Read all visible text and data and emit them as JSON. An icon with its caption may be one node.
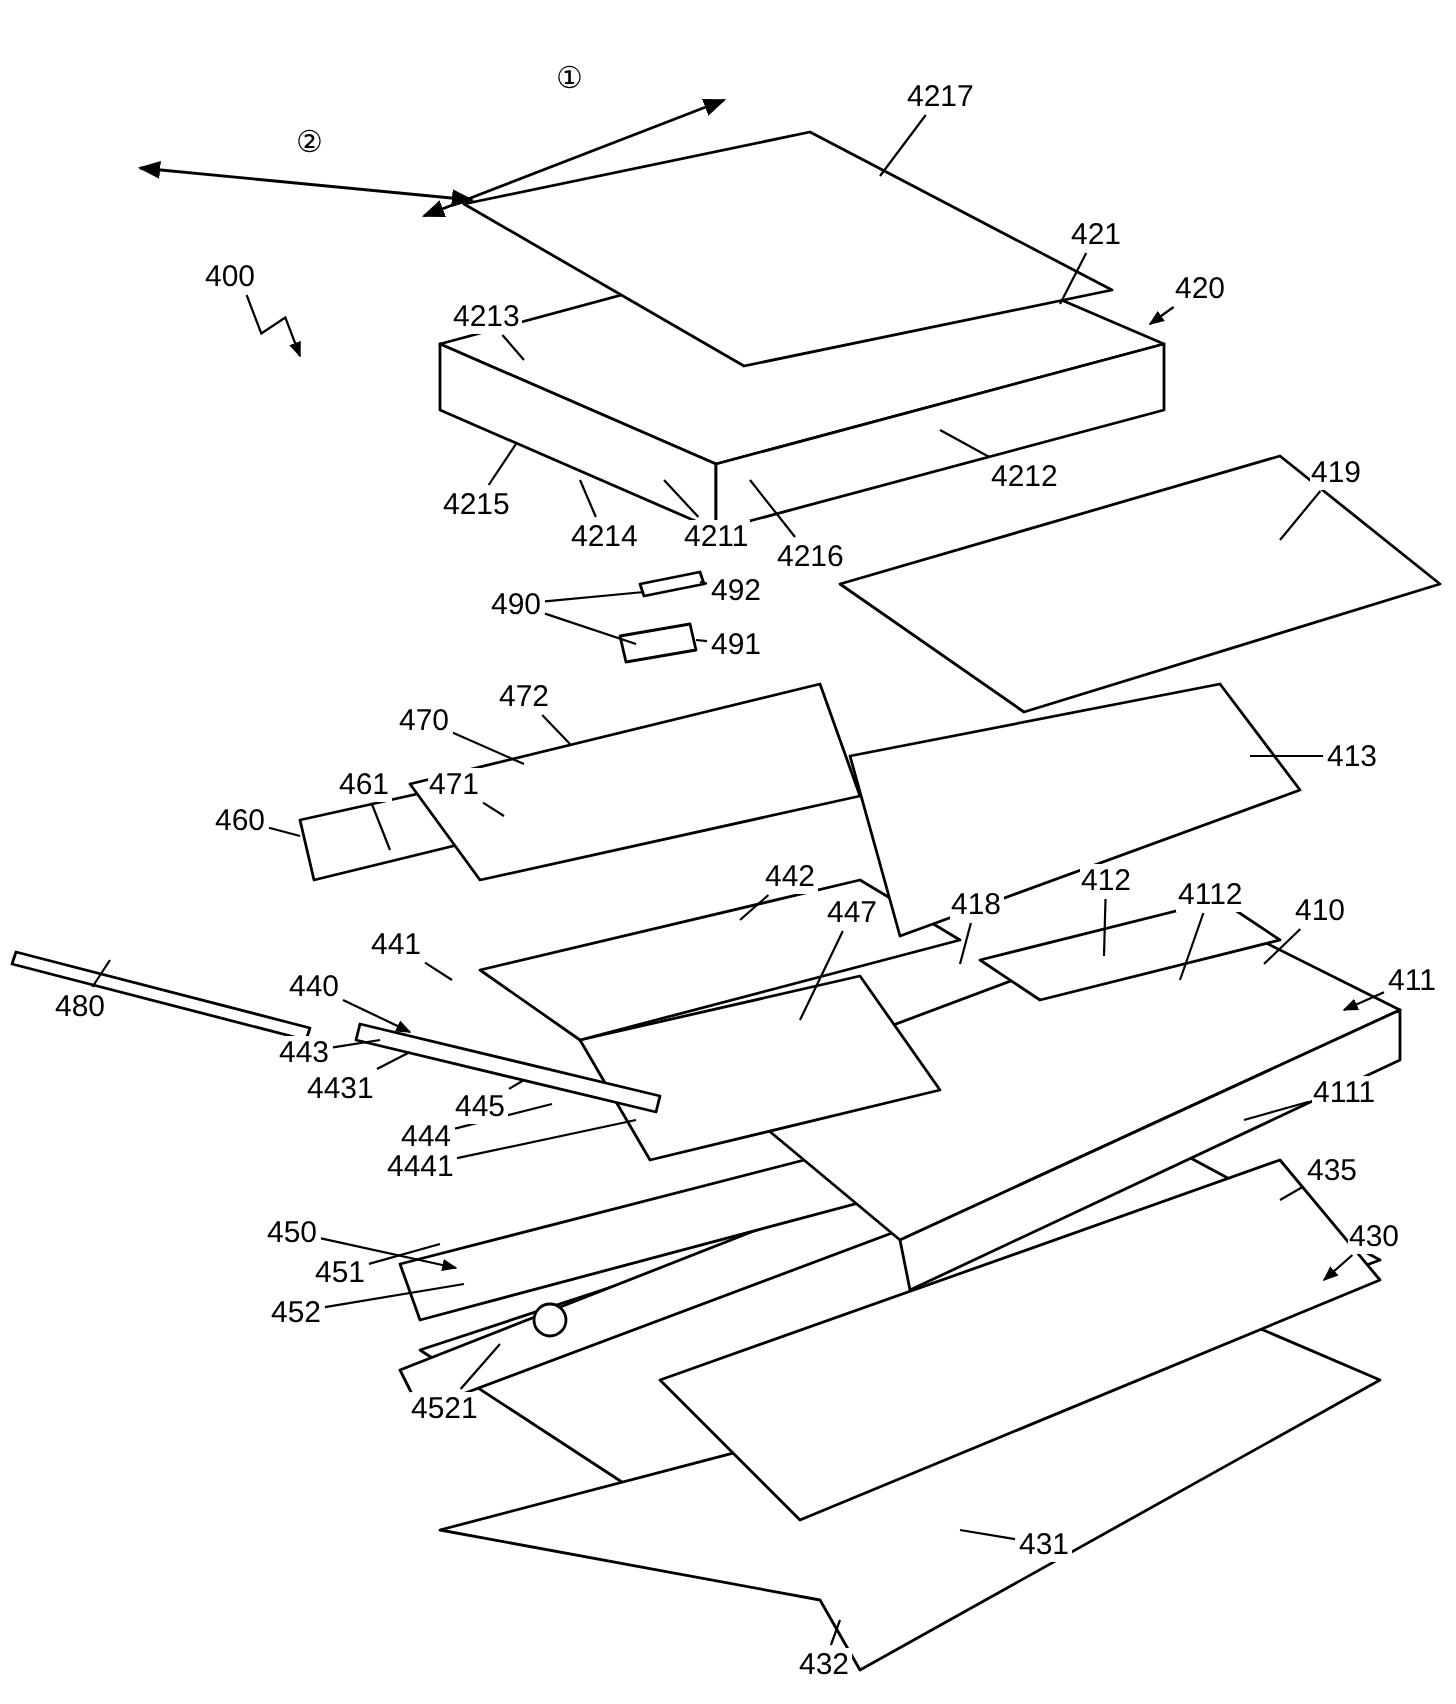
{
  "diagram": {
    "nodes": [
      {
        "text": [
          "4217"
        ]
      },
      {
        "text": [
          "421"
        ]
      },
      {
        "text": [
          "420"
        ]
      },
      {
        "text": [
          "400"
        ]
      },
      {
        "text": [
          "4213"
        ]
      },
      {
        "text": [
          "4215"
        ]
      },
      {
        "text": [
          "4214"
        ]
      },
      {
        "text": [
          "4211"
        ]
      },
      {
        "text": [
          "4216"
        ]
      },
      {
        "text": [
          "4212"
        ]
      },
      {
        "text": [
          "419"
        ]
      },
      {
        "text": [
          "492"
        ]
      },
      {
        "text": [
          "490"
        ]
      },
      {
        "text": [
          "491"
        ]
      },
      {
        "text": [
          "470"
        ]
      },
      {
        "text": [
          "472"
        ]
      },
      {
        "text": [
          "413"
        ]
      },
      {
        "text": [
          "471"
        ]
      },
      {
        "text": [
          "460"
        ]
      },
      {
        "text": [
          "461"
        ]
      },
      {
        "text": [
          "442"
        ]
      },
      {
        "text": [
          "447"
        ]
      },
      {
        "text": [
          "418"
        ]
      },
      {
        "text": [
          "412"
        ]
      },
      {
        "text": [
          "4112"
        ]
      },
      {
        "text": [
          "410"
        ]
      },
      {
        "text": [
          "411"
        ]
      },
      {
        "text": [
          "441"
        ]
      },
      {
        "text": [
          "440"
        ]
      },
      {
        "text": [
          "480"
        ]
      },
      {
        "text": [
          "443"
        ]
      },
      {
        "text": [
          "4431"
        ]
      },
      {
        "text": [
          "445"
        ]
      },
      {
        "text": [
          "444"
        ]
      },
      {
        "text": [
          "4441"
        ]
      },
      {
        "text": [
          "4111"
        ]
      },
      {
        "text": [
          "435"
        ]
      },
      {
        "text": [
          "450"
        ]
      },
      {
        "text": [
          "451"
        ]
      },
      {
        "text": [
          "430"
        ]
      },
      {
        "text": [
          "452"
        ]
      },
      {
        "text": [
          "4521"
        ]
      },
      {
        "text": [
          "431"
        ]
      },
      {
        "text": [
          "432"
        ]
      }
    ],
    "edges": [
      {
        "from": 0,
        "to": null,
        "arrow": "none"
      },
      {
        "from": 1,
        "to": null,
        "arrow": "none"
      },
      {
        "from": 2,
        "to": null,
        "arrow": "to"
      },
      {
        "from": 3,
        "to": null,
        "arrow": "to"
      },
      {
        "from": 4,
        "to": null,
        "arrow": "none"
      },
      {
        "from": 5,
        "to": null,
        "arrow": "none"
      },
      {
        "from": 6,
        "to": null,
        "arrow": "none"
      },
      {
        "from": 7,
        "to": null,
        "arrow": "none"
      },
      {
        "from": 8,
        "to": null,
        "arrow": "none"
      },
      {
        "from": 9,
        "to": null,
        "arrow": "none"
      },
      {
        "from": 10,
        "to": null,
        "arrow": "none"
      },
      {
        "from": 11,
        "to": null,
        "arrow": "none"
      },
      {
        "from": 12,
        "to": null,
        "arrow": "none"
      },
      {
        "from": 12,
        "to": null,
        "arrow": "none"
      },
      {
        "from": 13,
        "to": null,
        "arrow": "none"
      },
      {
        "from": 14,
        "to": null,
        "arrow": "none"
      },
      {
        "from": 15,
        "to": null,
        "arrow": "none"
      },
      {
        "from": 16,
        "to": null,
        "arrow": "none"
      },
      {
        "from": 17,
        "to": null,
        "arrow": "none"
      },
      {
        "from": 18,
        "to": null,
        "arrow": "none"
      },
      {
        "from": 19,
        "to": null,
        "arrow": "none"
      },
      {
        "from": 20,
        "to": null,
        "arrow": "none"
      },
      {
        "from": 21,
        "to": null,
        "arrow": "none"
      },
      {
        "from": 22,
        "to": null,
        "arrow": "none"
      },
      {
        "from": 23,
        "to": null,
        "arrow": "none"
      },
      {
        "from": 24,
        "to": null,
        "arrow": "none"
      },
      {
        "from": 25,
        "to": null,
        "arrow": "none"
      },
      {
        "from": 26,
        "to": null,
        "arrow": "to"
      },
      {
        "from": 27,
        "to": null,
        "arrow": "none"
      },
      {
        "from": 28,
        "to": null,
        "arrow": "to"
      },
      {
        "from": 29,
        "to": null,
        "arrow": "none"
      },
      {
        "from": 30,
        "to": null,
        "arrow": "none"
      },
      {
        "from": 31,
        "to": null,
        "arrow": "none"
      },
      {
        "from": 32,
        "to": null,
        "arrow": "none"
      },
      {
        "from": 33,
        "to": null,
        "arrow": "none"
      },
      {
        "from": 34,
        "to": null,
        "arrow": "none"
      },
      {
        "from": 35,
        "to": null,
        "arrow": "none"
      },
      {
        "from": 36,
        "to": null,
        "arrow": "none"
      },
      {
        "from": 37,
        "to": null,
        "arrow": "to"
      },
      {
        "from": 38,
        "to": null,
        "arrow": "none"
      },
      {
        "from": 39,
        "to": null,
        "arrow": "to"
      },
      {
        "from": 40,
        "to": null,
        "arrow": "none"
      },
      {
        "from": 41,
        "to": null,
        "arrow": "none"
      },
      {
        "from": 42,
        "to": null,
        "arrow": "none"
      },
      {
        "from": 43,
        "to": null,
        "arrow": "none"
      }
    ],
    "labels": [
      "①",
      "②"
    ]
  }
}
